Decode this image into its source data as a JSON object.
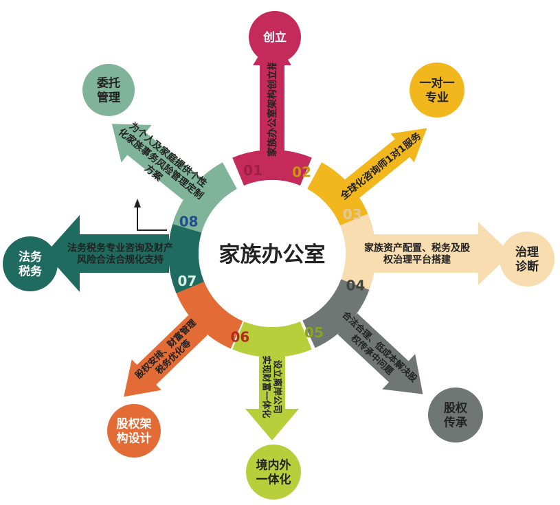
{
  "center": {
    "label": "家族办公室"
  },
  "branches": [
    {
      "id": "01",
      "color": "#c42a5a",
      "num_color": "#9e1e45",
      "circle_lines": [
        "创立"
      ],
      "arrow_text": [
        "家族办公室架构创立指导"
      ]
    },
    {
      "id": "02",
      "color": "#f2b71d",
      "num_color": "#c9960e",
      "circle_lines": [
        "一对一",
        "专业"
      ],
      "arrow_text": [
        "全球化咨询师1对1服务"
      ]
    },
    {
      "id": "03",
      "color": "#f8ddb0",
      "num_color": "#e2c79a",
      "circle_lines": [
        "治理",
        "诊断"
      ],
      "arrow_text": [
        "家族资产配置、税务及股",
        "权治理平台搭建"
      ]
    },
    {
      "id": "04",
      "color": "#6f7673",
      "num_color": "#3f4542",
      "circle_lines": [
        "股权",
        "传承"
      ],
      "arrow_text": [
        "合法合理、低成本解决股",
        "权传承中问题"
      ]
    },
    {
      "id": "05",
      "color": "#b6cf3b",
      "num_color": "#8aa324",
      "circle_lines": [
        "境内外",
        "一体化"
      ],
      "arrow_text": [
        "设立离岸公司",
        "实现财富一体化"
      ]
    },
    {
      "id": "06",
      "color": "#e36b36",
      "num_color": "#b42a1c",
      "circle_lines": [
        "股权架",
        "构设计"
      ],
      "arrow_text": [
        "股权安排、财富管理",
        "税务优化等"
      ]
    },
    {
      "id": "07",
      "color": "#1f6b5f",
      "num_color": "#d9efe8",
      "circle_lines": [
        "法务",
        "税务"
      ],
      "arrow_text": [
        "法务税务专业咨询及财产",
        "风险合法合规化支持"
      ]
    },
    {
      "id": "08",
      "color": "#7fb39a",
      "num_color": "#1f4f8a",
      "circle_lines": [
        "委托",
        "管理"
      ],
      "arrow_text": [
        "为个人及家庭提供个性",
        "化家族事务风险管理定制",
        "方案"
      ]
    }
  ]
}
